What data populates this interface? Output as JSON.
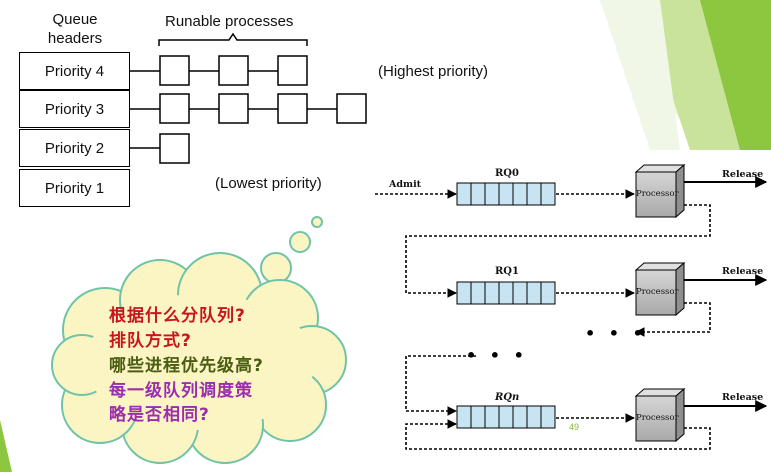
{
  "priority_queue": {
    "queue_headers_label": [
      "Queue",
      "headers"
    ],
    "runable_label": "Runable processes",
    "priorities": [
      "Priority 4",
      "Priority 3",
      "Priority 2",
      "Priority 1"
    ],
    "process_counts": [
      3,
      4,
      1,
      0
    ],
    "highest_note": "(Highest priority)",
    "lowest_note": "(Lowest priority)"
  },
  "feedback": {
    "admit_label": "Admit",
    "queues": [
      "RQ0",
      "RQ1",
      "RQn"
    ],
    "processor_label": "Processor",
    "release_label": "Release",
    "ellipsis": "• • •"
  },
  "cloud": {
    "lines": [
      {
        "text": "根据什么分队列?",
        "color": "#c8161d"
      },
      {
        "text": "排队方式?",
        "color": "#c8161d"
      },
      {
        "text": "哪些进程优先级高?",
        "color": "#4a5d12"
      },
      {
        "text": "每一级队列调度策",
        "color": "#9b2db0"
      },
      {
        "text": "略是否相同?",
        "color": "#9b2db0"
      }
    ]
  },
  "page_number": "49",
  "colors": {
    "accent_green": "#8dc63f",
    "queue_fill": "#c8e3f2",
    "processor_fill": "#bdbdbd",
    "cloud_fill": "#fbf5c4",
    "cloud_stroke": "#6fc3a6"
  }
}
